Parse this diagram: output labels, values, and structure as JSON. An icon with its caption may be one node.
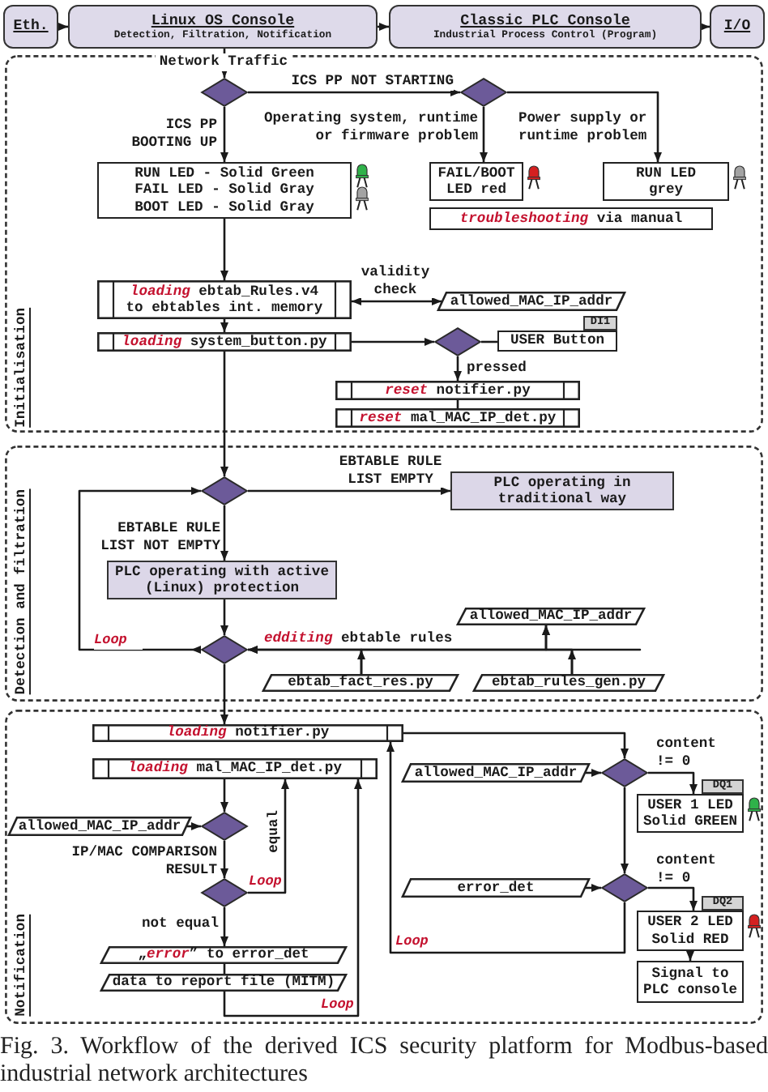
{
  "diagram": {
    "caption": "Fig. 3. Workflow of the derived ICS security platform for Modbus-based industrial network architectures",
    "nodes": [
      {
        "text": [
          "Eth."
        ]
      },
      {
        "text": [
          "Linux OS Console",
          "Detection, Filtration, Notification"
        ]
      },
      {
        "text": [
          "Classic PLC Console",
          "Industrial Process Control (Program)"
        ]
      },
      {
        "text": [
          "I/O"
        ]
      },
      {
        "text": [
          "Initialisation"
        ]
      },
      {
        "text": [],
        "shape": "diamond",
        "in": 4
      },
      {
        "text": [],
        "shape": "diamond",
        "in": 4
      },
      {
        "text": [
          "RUN LED - Solid Green",
          "FAIL LED - Solid Gray",
          "BOOT LED - Solid Gray"
        ],
        "in": 4
      },
      {
        "text": [
          "FAIL/BOOT LED red"
        ],
        "in": 4
      },
      {
        "text": [
          "RUN LED grey"
        ],
        "in": 4
      },
      {
        "text": [
          "*troubleshooting* via manual"
        ],
        "in": 4
      },
      {
        "text": [
          "*loading* ebtab_Rules.v4 to ebtables int. memory"
        ],
        "in": 4
      },
      {
        "text": [
          "allowed_MAC_IP_addr"
        ],
        "in": 4
      },
      {
        "text": [
          "*loading* system_button.py"
        ],
        "in": 4
      },
      {
        "text": [],
        "shape": "diamond",
        "in": 4
      },
      {
        "text": [
          "DI1"
        ],
        "in": 4
      },
      {
        "text": [
          "USER Button"
        ],
        "in": 4
      },
      {
        "text": [
          "*reset* notifier.py"
        ],
        "in": 4
      },
      {
        "text": [
          "*reset* mal_MAC_IP_det.py"
        ],
        "in": 4
      },
      {
        "text": [
          "Detection and filtration"
        ]
      },
      {
        "text": [],
        "shape": "diamond",
        "in": 19
      },
      {
        "text": [
          "PLC operating in traditional way"
        ],
        "in": 19
      },
      {
        "text": [
          "PLC operating with active (Linux) protection"
        ],
        "in": 19
      },
      {
        "text": [],
        "shape": "diamond",
        "in": 19
      },
      {
        "text": [
          "allowed_MAC_IP_addr"
        ],
        "in": 19
      },
      {
        "text": [
          "ebtab_fact_res.py"
        ],
        "in": 19
      },
      {
        "text": [
          "ebtab_rules_gen.py"
        ],
        "in": 19
      },
      {
        "text": [
          "Notification"
        ]
      },
      {
        "text": [
          "*loading* notifier.py"
        ],
        "in": 27
      },
      {
        "text": [
          "*loading* mal_MAC_IP_det.py"
        ],
        "in": 27
      },
      {
        "text": [
          "allowed_MAC_IP_addr"
        ],
        "in": 27
      },
      {
        "text": [],
        "shape": "diamond",
        "in": 27
      },
      {
        "text": [],
        "shape": "diamond",
        "in": 27
      },
      {
        "text": [
          "„*error*” to error_det"
        ],
        "in": 27
      },
      {
        "text": [
          "data to report file (MITM)"
        ],
        "in": 27
      },
      {
        "text": [
          "allowed_MAC_IP_addr"
        ],
        "in": 27
      },
      {
        "text": [],
        "shape": "diamond",
        "in": 27
      },
      {
        "text": [
          "error_det"
        ],
        "in": 27
      },
      {
        "text": [],
        "shape": "diamond",
        "in": 27
      },
      {
        "text": [
          "DQ1"
        ],
        "in": 27
      },
      {
        "text": [
          "USER 1 LED Solid GREEN"
        ],
        "in": 27
      },
      {
        "text": [
          "DQ2"
        ],
        "in": 27
      },
      {
        "text": [
          "USER 2 LED Solid RED"
        ],
        "in": 27
      },
      {
        "text": [
          "Signal to PLC console"
        ],
        "in": 27
      }
    ],
    "edges": [
      {
        "from": 0,
        "to": 1,
        "arrow": "to"
      },
      {
        "from": 1,
        "to": 2,
        "arrow": "to"
      },
      {
        "from": 2,
        "to": 3,
        "arrow": "to"
      },
      {
        "from": 1,
        "to": 5,
        "arrow": "to",
        "label": "Network Traffic"
      },
      {
        "from": 5,
        "to": 6,
        "arrow": "to",
        "label": "ICS PP NOT STARTING"
      },
      {
        "from": 5,
        "to": 7,
        "arrow": "to",
        "label": "ICS PP BOOTING UP"
      },
      {
        "from": 6,
        "to": 8,
        "arrow": "to",
        "label": "Operating system, runtime or firmware problem"
      },
      {
        "from": 6,
        "to": 9,
        "arrow": "to",
        "label": "Power supply or runtime problem"
      },
      {
        "from": 7,
        "to": 11,
        "arrow": "to"
      },
      {
        "from": 11,
        "to": 12,
        "arrow": "both",
        "label": "validity check"
      },
      {
        "from": 11,
        "to": 13,
        "arrow": "to"
      },
      {
        "from": 13,
        "to": 14,
        "arrow": "to"
      },
      {
        "from": 14,
        "to": 16,
        "arrow": "none"
      },
      {
        "from": 14,
        "to": 17,
        "arrow": "to",
        "label": "pressed"
      },
      {
        "from": 17,
        "to": 18,
        "arrow": "none"
      },
      {
        "from": 13,
        "to": 20,
        "arrow": "to"
      },
      {
        "from": 20,
        "to": 21,
        "arrow": "to",
        "label": "EBTABLE RULE LIST EMPTY"
      },
      {
        "from": 20,
        "to": 22,
        "arrow": "to",
        "label": "EBTABLE RULE LIST NOT EMPTY"
      },
      {
        "from": 22,
        "to": 23,
        "arrow": "to"
      },
      {
        "from": 23,
        "to": 20,
        "arrow": "to",
        "label": "Loop"
      },
      {
        "from": 25,
        "to": 23,
        "arrow": "to",
        "label": "*edditing* ebtable rules"
      },
      {
        "from": 26,
        "to": 23,
        "arrow": "to"
      },
      {
        "from": 26,
        "to": 24,
        "arrow": "to"
      },
      {
        "from": 25,
        "to": 24,
        "arrow": "to"
      },
      {
        "from": 23,
        "to": 28,
        "arrow": "to"
      },
      {
        "from": 28,
        "to": 36,
        "arrow": "to"
      },
      {
        "from": 35,
        "to": 36,
        "arrow": "to"
      },
      {
        "from": 36,
        "to": 40,
        "arrow": "to",
        "label": "content != 0"
      },
      {
        "from": 36,
        "to": 38,
        "arrow": "to"
      },
      {
        "from": 37,
        "to": 38,
        "arrow": "to"
      },
      {
        "from": 38,
        "to": 42,
        "arrow": "to",
        "label": "content != 0"
      },
      {
        "from": 42,
        "to": 43,
        "arrow": "to"
      },
      {
        "from": 38,
        "to": 28,
        "arrow": "to",
        "label": "Loop"
      },
      {
        "from": 29,
        "to": 31,
        "arrow": "to"
      },
      {
        "from": 30,
        "to": 31,
        "arrow": "to"
      },
      {
        "from": 31,
        "to": 32,
        "arrow": "to",
        "label": "IP/MAC COMPARISON RESULT"
      },
      {
        "from": 32,
        "to": 29,
        "arrow": "to",
        "label": "equal"
      },
      {
        "from": 32,
        "to": 33,
        "arrow": "to",
        "label": "not equal"
      },
      {
        "from": 33,
        "to": 34,
        "arrow": "none"
      },
      {
        "from": 34,
        "to": 29,
        "arrow": "to",
        "label": "Loop"
      }
    ],
    "labels": [
      "Loop"
    ]
  }
}
